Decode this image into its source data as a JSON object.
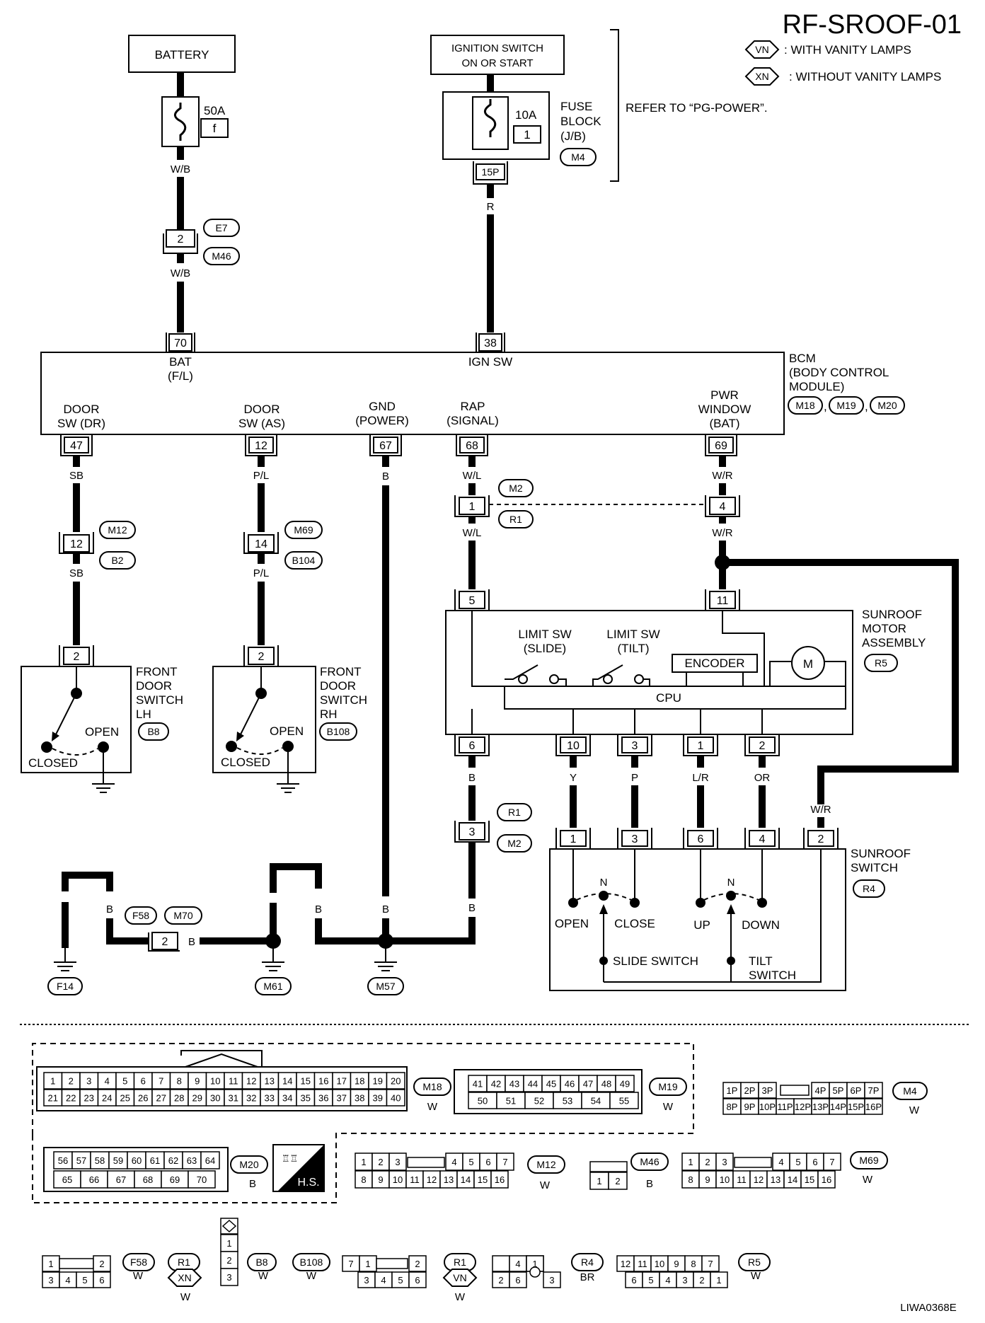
{
  "title": "RF-SROOF-01",
  "legend": [
    {
      "code": "VN",
      "text": ": WITH VANITY LAMPS"
    },
    {
      "code": "XN",
      "text": ": WITHOUT VANITY LAMPS"
    }
  ],
  "power": {
    "battery": "BATTERY",
    "fuse1_amp": "50A",
    "fuse1_id": "f",
    "ignition_line1": "IGNITION SWITCH",
    "ignition_line2": "ON OR START",
    "fuse2_amp": "10A",
    "fuse2_id": "1",
    "fuse_block_1": "FUSE",
    "fuse_block_2": "BLOCK",
    "fuse_block_3": "(J/B)",
    "fuse_block_conn": "M4",
    "fuse_block_pin": "15P",
    "refer": "REFER TO “PG-POWER”."
  },
  "wires": {
    "wb1": "W/B",
    "wb2": "W/B",
    "r": "R",
    "sb1": "SB",
    "sb2": "SB",
    "pl1": "P/L",
    "pl2": "P/L",
    "b_gnd": "B",
    "wl1": "W/L",
    "wl2": "W/L",
    "wr1": "W/R",
    "wr2": "W/R",
    "wr3": "W/R",
    "b6": "B",
    "y": "Y",
    "p": "P",
    "lr": "L/R",
    "or": "OR",
    "b_f14a": "B",
    "b_f14b": "B",
    "b_f58": "B",
    "b_m61a": "B",
    "b_m61b": "B",
    "b_m57": "B",
    "b_r1": "B"
  },
  "bcm": {
    "name1": "BCM",
    "name2": "(BODY CONTROL",
    "name3": "MODULE)",
    "c1": "M18",
    "c2": "M19",
    "c3": "M20",
    "sep": ",",
    "bat_1": "BAT",
    "bat_2": "(F/L)",
    "ign": "IGN SW",
    "door_dr_1": "DOOR",
    "door_dr_2": "SW (DR)",
    "door_as_1": "DOOR",
    "door_as_2": "SW (AS)",
    "gnd_1": "GND",
    "gnd_2": "(POWER)",
    "rap_1": "RAP",
    "rap_2": "(SIGNAL)",
    "pw_1": "PWR",
    "pw_2": "WINDOW",
    "pw_3": "(BAT)",
    "pin_bat": "70",
    "pin_ign": "38",
    "pin_dr": "47",
    "pin_as": "12",
    "pin_gnd": "67",
    "pin_rap": "68",
    "pin_pw": "69"
  },
  "joints": {
    "e7": "E7",
    "m46": "M46",
    "e7_pin": "2",
    "m12": "M12",
    "b2": "B2",
    "m12_pin": "12",
    "m69": "M69",
    "b104": "B104",
    "m69_pin": "14",
    "m2a": "M2",
    "r1a": "R1",
    "m2_pin1": "1",
    "m2_pin4": "4",
    "r1b": "R1",
    "m2b": "M2",
    "r1_pin": "3",
    "f58": "F58",
    "m70": "M70",
    "f58_pin": "2"
  },
  "grounds": {
    "f14": "F14",
    "m61": "M61",
    "m57": "M57"
  },
  "door_lh": {
    "l1": "FRONT",
    "l2": "DOOR",
    "l3": "SWITCH",
    "l4": "LH",
    "conn": "B8",
    "pin": "2",
    "open": "OPEN",
    "closed": "CLOSED"
  },
  "door_rh": {
    "l1": "FRONT",
    "l2": "DOOR",
    "l3": "SWITCH",
    "l4": "RH",
    "conn": "B108",
    "pin": "2",
    "open": "OPEN",
    "closed": "CLOSED"
  },
  "motor": {
    "l1": "SUNROOF",
    "l2": "MOTOR",
    "l3": "ASSEMBLY",
    "conn": "R5",
    "ls_slide_1": "LIMIT SW",
    "ls_slide_2": "(SLIDE)",
    "ls_tilt_1": "LIMIT SW",
    "ls_tilt_2": "(TILT)",
    "encoder": "ENCODER",
    "cpu": "CPU",
    "m": "M",
    "pin5": "5",
    "pin11": "11",
    "pin6": "6",
    "pin10": "10",
    "pin3": "3",
    "pin1": "1",
    "pin2": "2"
  },
  "sw": {
    "l1": "SUNROOF",
    "l2": "SWITCH",
    "conn": "R4",
    "pin1": "1",
    "pin3": "3",
    "pin6": "6",
    "pin4": "4",
    "pin2": "2",
    "n1": "N",
    "n2": "N",
    "open": "OPEN",
    "close": "CLOSE",
    "up": "UP",
    "down": "DOWN",
    "slide": "SLIDE SWITCH",
    "tilt_1": "TILT",
    "tilt_2": "SWITCH"
  },
  "connectors": {
    "m18": {
      "id": "M18",
      "color": "W",
      "row1": [
        "1",
        "2",
        "3",
        "4",
        "5",
        "6",
        "7",
        "8",
        "9",
        "10",
        "11",
        "12",
        "13",
        "14",
        "15",
        "16",
        "17",
        "18",
        "19",
        "20"
      ],
      "row2": [
        "21",
        "22",
        "23",
        "24",
        "25",
        "26",
        "27",
        "28",
        "29",
        "30",
        "31",
        "32",
        "33",
        "34",
        "35",
        "36",
        "37",
        "38",
        "39",
        "40"
      ]
    },
    "m19": {
      "id": "M19",
      "color": "W",
      "row1": [
        "41",
        "42",
        "43",
        "44",
        "45",
        "46",
        "47",
        "48",
        "49"
      ],
      "row2": [
        "50",
        "51",
        "52",
        "53",
        "54",
        "55"
      ]
    },
    "m4": {
      "id": "M4",
      "color": "W",
      "row1a": [
        "1P",
        "2P",
        "3P"
      ],
      "row1b": [
        "4P",
        "5P",
        "6P",
        "7P"
      ],
      "row2": [
        "8P",
        "9P",
        "10P",
        "11P",
        "12P",
        "13P",
        "14P",
        "15P",
        "16P"
      ]
    },
    "m20": {
      "id": "M20",
      "color": "B",
      "row1": [
        "56",
        "57",
        "58",
        "59",
        "60",
        "61",
        "62",
        "63",
        "64"
      ],
      "row2": [
        "65",
        "66",
        "67",
        "68",
        "69",
        "70"
      ]
    },
    "hs": "H.S.",
    "m12": {
      "id": "M12",
      "color": "W",
      "row1a": [
        "1",
        "2",
        "3"
      ],
      "row1b": [
        "4",
        "5",
        "6",
        "7"
      ],
      "row2": [
        "8",
        "9",
        "10",
        "11",
        "12",
        "13",
        "14",
        "15",
        "16"
      ]
    },
    "m46": {
      "id": "M46",
      "color": "B",
      "row": [
        "1",
        "2"
      ]
    },
    "m69": {
      "id": "M69",
      "color": "W",
      "row1a": [
        "1",
        "2",
        "3"
      ],
      "row1b": [
        "4",
        "5",
        "6",
        "7"
      ],
      "row2": [
        "8",
        "9",
        "10",
        "11",
        "12",
        "13",
        "14",
        "15",
        "16"
      ]
    },
    "f58": {
      "id": "F58",
      "color": "W",
      "r1id": "R1",
      "xn": "XN",
      "xn_color": "W",
      "row1": [
        "1",
        "2"
      ],
      "row2": [
        "3",
        "4",
        "5",
        "6"
      ]
    },
    "b8": {
      "id": "B8",
      "color": "W",
      "b108": "B108",
      "b108_color": "W",
      "pins": [
        "1",
        "2",
        "3"
      ]
    },
    "r1vn": {
      "r1": "R1",
      "vn": "VN",
      "color": "W",
      "row1": [
        "7",
        "1",
        "2"
      ],
      "row2": [
        "3",
        "4",
        "5",
        "6"
      ]
    },
    "r4": {
      "id": "R4",
      "color": "BR",
      "row1": [
        "4",
        "1"
      ],
      "row2": [
        "2",
        "6",
        "3"
      ]
    },
    "r5": {
      "id": "R5",
      "color": "W",
      "row1": [
        "12",
        "11",
        "10",
        "9",
        "8",
        "7"
      ],
      "row2": [
        "6",
        "5",
        "4",
        "3",
        "2",
        "1"
      ]
    }
  },
  "footer_code": "LIWA0368E"
}
